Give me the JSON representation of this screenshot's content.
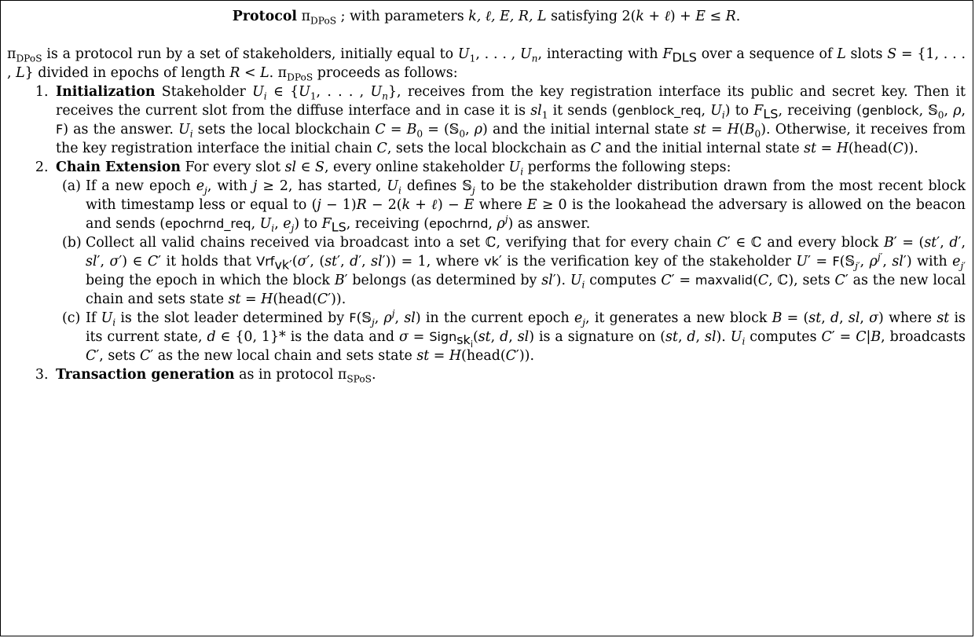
{
  "title": {
    "bold": "Protocol",
    "rest": "πDPoS ; with parameters k, ℓ, E, R, L satisfying 2(k + ℓ) + E ≤ R."
  },
  "intro": "πDPoS is a protocol run by a set of stakeholders, initially equal to U1, . . . , Un, interacting with FDLS over a sequence of L slots S = {1, . . . , L} divided in epochs of length R < L. πDPoS proceeds as follows:",
  "steps": [
    {
      "head": "Initialization",
      "text": "Stakeholder Ui ∈ {U1, . . . , Un}, receives from the key registration interface its public and secret key. Then it receives the current slot from the diffuse interface and in case it is sl1 it sends (genblock_req, Ui) to FLS, receiving (genblock, S0, ρ, F) as the answer. Ui sets the local blockchain C = B0 = (S0, ρ) and the initial internal state st = H(B0). Otherwise, it receives from the key registration interface the initial chain C, sets the local blockchain as C and the initial internal state st = H(head(C))."
    },
    {
      "head": "Chain Extension",
      "text": "For every slot sl ∈ S, every online stakeholder Ui performs the following steps:",
      "sub": [
        {
          "label": "(a)",
          "text": "If a new epoch ej, with j ≥ 2, has started, Ui defines Sj to be the stakeholder distribution drawn from the most recent block with timestamp less or equal to (j − 1)R − 2(k + ℓ) − E where E ≥ 0 is the lookahead the adversary is allowed on the beacon and sends (epochrnd_req, Ui, ej) to FLS, receiving (epochrnd, ρj) as answer."
        },
        {
          "label": "(b)",
          "text": "Collect all valid chains received via broadcast into a set ℂ, verifying that for every chain C′ ∈ ℂ and every block B′ = (st′, d′, sl′, σ′) ∈ C′ it holds that Vrfvk′(σ′, (st′, d′, sl′)) = 1, where vk′ is the verification key of the stakeholder U′ = F(Sj′, ρj′, sl′) with ej′ being the epoch in which the block B′ belongs (as determined by sl′). Ui computes C′ = maxvalid(C, ℂ), sets C′ as the new local chain and sets state st = H(head(C′))."
        },
        {
          "label": "(c)",
          "text": "If Ui is the slot leader determined by F(Sj, ρj, sl) in the current epoch ej, it generates a new block B = (st, d, sl, σ) where st is its current state, d ∈ {0, 1}* is the data and σ = Signski(st, d, sl) is a signature on (st, d, sl). Ui computes C′ = C|B, broadcasts C′, sets C′ as the new local chain and sets state st = H(head(C′))."
        }
      ]
    },
    {
      "head": "Transaction generation",
      "text": "as in protocol πSPoS."
    }
  ]
}
